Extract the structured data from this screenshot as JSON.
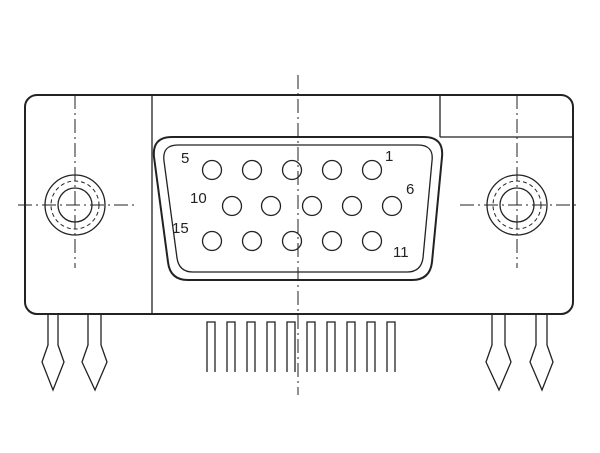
{
  "diagram": {
    "labels": {
      "pin_5": "5",
      "pin_1": "1",
      "pin_10": "10",
      "pin_6": "6",
      "pin_15": "15",
      "pin_11": "11"
    }
  }
}
